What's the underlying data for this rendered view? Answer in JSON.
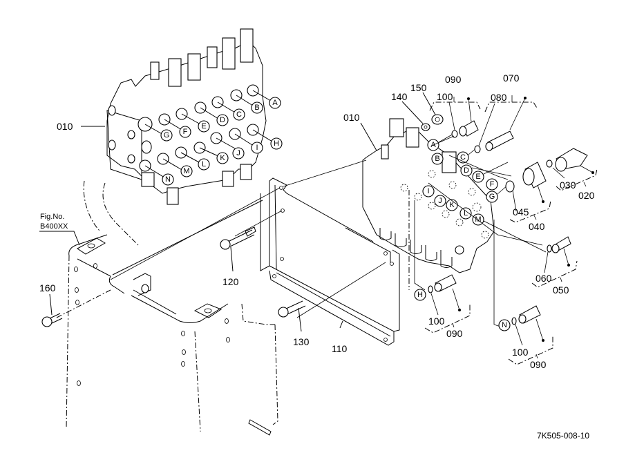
{
  "diagram": {
    "type": "exploded-parts-diagram",
    "figure_code": "7K505-008-10",
    "reference": {
      "line1": "Fig.No.",
      "line2": "B400XX"
    },
    "part_labels": {
      "p010_left": "010",
      "p010_right": "010",
      "p020": "020",
      "p030": "030",
      "p040": "040",
      "p045": "045",
      "p050": "050",
      "p060": "060",
      "p070": "070",
      "p080": "080",
      "p090_top": "090",
      "p100_top": "100",
      "p090_mid": "090",
      "p100_mid": "100",
      "p090_bot": "090",
      "p100_bot": "100",
      "p110": "110",
      "p120": "120",
      "p130": "130",
      "p140": "140",
      "p150": "150",
      "p160": "160"
    },
    "port_letters_left": [
      "A",
      "B",
      "C",
      "D",
      "E",
      "F",
      "G",
      "H",
      "I",
      "J",
      "K",
      "L",
      "M",
      "N"
    ],
    "port_letters_right": [
      "A",
      "B",
      "C",
      "D",
      "E",
      "F",
      "G",
      "I",
      "J",
      "K",
      "L",
      "M"
    ],
    "port_letters_fittings": {
      "h": "H",
      "n": "N"
    }
  }
}
